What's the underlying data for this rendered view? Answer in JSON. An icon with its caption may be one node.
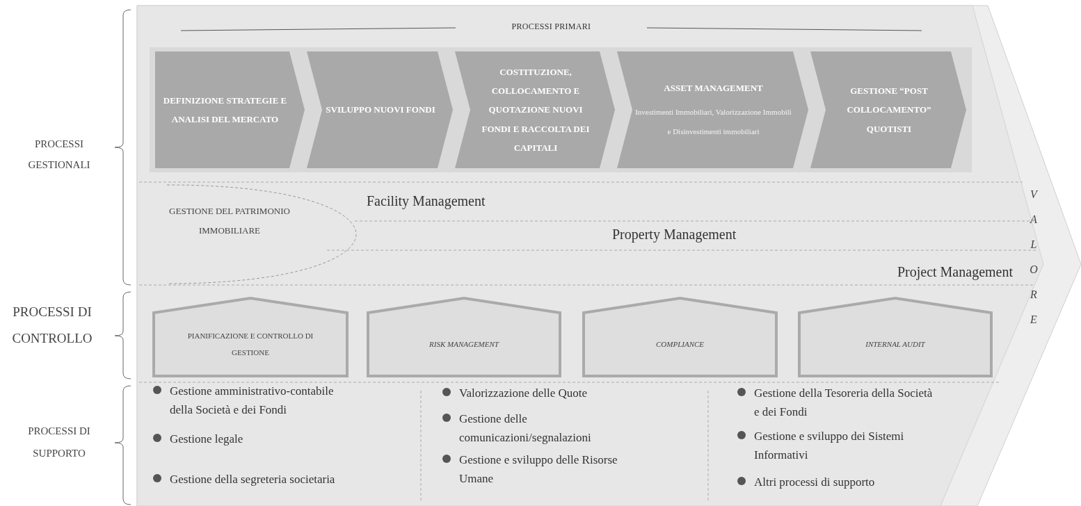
{
  "diagram": {
    "nodes": [
      {
        "text": [
          "PROCESSI PRIMARI"
        ]
      },
      {
        "text": [
          "DEFINIZIONE STRATEGIE E ANALISI DEL MERCATO"
        ],
        "in": 0
      },
      {
        "text": [
          "SVILUPPO NUOVI FONDI"
        ],
        "in": 0
      },
      {
        "text": [
          "COSTITUZIONE, COLLOCAMENTO E QUOTAZIONE NUOVI FONDI E RACCOLTA DEI CAPITALI"
        ],
        "in": 0
      },
      {
        "text": [
          "ASSET MANAGEMENT",
          "Investimenti Immobiliari, Valorizzazione Immobili e Disinvestimenti immobiliari"
        ],
        "in": 0
      },
      {
        "text": [
          "GESTIONE “POST COLLOCAMENTO” QUOTISTI"
        ],
        "in": 0
      },
      {
        "text": [
          "GESTIONE DEL PATRIMONIO IMMOBILIARE"
        ]
      },
      {
        "text": [
          "PIANIFICAZIONE E CONTROLLO DI GESTIONE"
        ]
      },
      {
        "text": [
          "RISK MANAGEMENT"
        ]
      },
      {
        "text": [
          "COMPLIANCE"
        ]
      },
      {
        "text": [
          "INTERNAL AUDIT"
        ]
      }
    ],
    "labels": [
      "PROCESSI GESTIONALI",
      "PROCESSI DI CONTROLLO",
      "PROCESSI DI SUPPORTO",
      "Facility Management",
      "Property Management",
      "Project Management",
      "Gestione amministrativo-contabile della Società e dei Fondi",
      "Gestione legale",
      "Gestione della segreteria societaria",
      "Valorizzazione delle Quote",
      "Gestione delle comunicazioni/segnalazioni",
      "Gestione e sviluppo delle Risorse Umane",
      "Gestione della Tesoreria della Società e dei Fondi",
      "Gestione e sviluppo dei Sistemi Informativi",
      "Altri processi di supporto",
      "VALORE"
    ]
  }
}
